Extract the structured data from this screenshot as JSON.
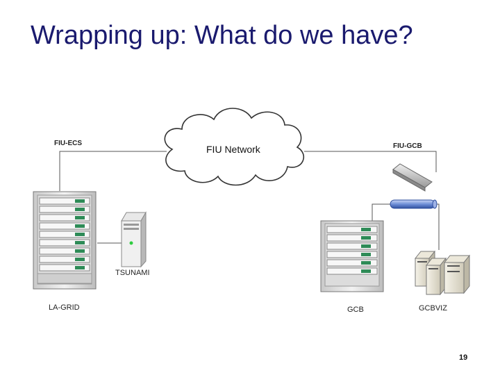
{
  "slide": {
    "title": "Wrapping up: What do we have?",
    "page_number": "19"
  },
  "diagram": {
    "cloud_label": "FIU Network",
    "sites": {
      "left_site": "FIU-ECS",
      "right_site": "FIU-GCB"
    },
    "nodes": {
      "la_grid": "LA-GRID",
      "tsunami": "TSUNAMI",
      "gcb": "GCB",
      "gcbviz": "GCBVIZ"
    }
  }
}
